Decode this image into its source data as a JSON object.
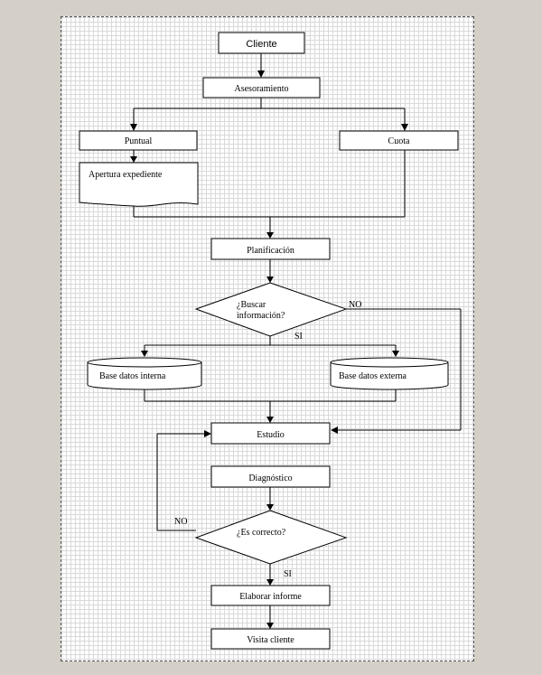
{
  "nodes": {
    "cliente": "Cliente",
    "asesoramiento": "Asesoramiento",
    "puntual": "Puntual",
    "cuota": "Cuota",
    "apertura": "Apertura expediente",
    "planificacion": "Planificación",
    "buscar_line1": "¿Buscar",
    "buscar_line2": "información?",
    "base_interna": "Base datos interna",
    "base_externa": "Base datos externa",
    "estudio": "Estudio",
    "diagnostico": "Diagnóstico",
    "correcto": "¿Es correcto?",
    "elaborar": "Elaborar informe",
    "visita": "Visita cliente"
  },
  "edges": {
    "buscar_no": "NO",
    "buscar_si": "SI",
    "correcto_no": "NO",
    "correcto_si": "SI"
  }
}
